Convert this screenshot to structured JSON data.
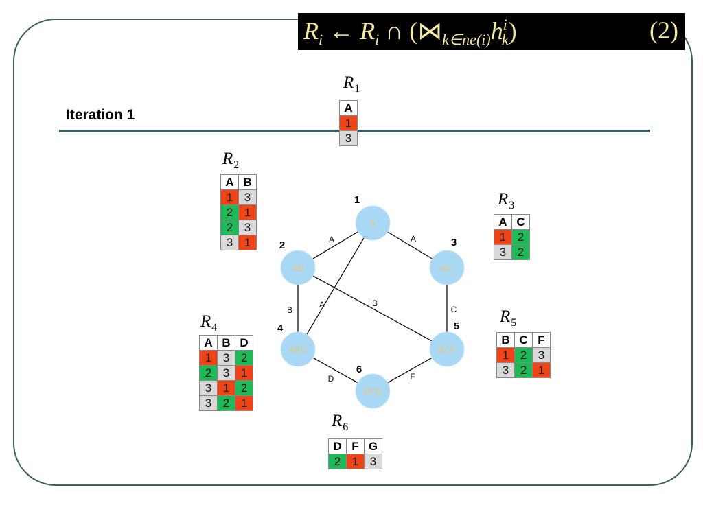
{
  "formula": {
    "left": {
      "r1": "R",
      "s1": "i",
      "arrow": " ← ",
      "r2": "R",
      "s2": "i",
      "rest": " ∩ (⋈",
      "ssub": "k∈ne(i)",
      "h": "h",
      "hsup": "i",
      "hsub": "k",
      "close": ")"
    },
    "number": "(2)"
  },
  "iteration_title": "Iteration 1",
  "relations": [
    {
      "id": "R1",
      "name": "R",
      "sub": "1",
      "headers": [
        "A"
      ],
      "rows": [
        [
          {
            "v": "1",
            "c": "red"
          }
        ],
        [
          {
            "v": "3",
            "c": "gray"
          }
        ]
      ]
    },
    {
      "id": "R2",
      "name": "R",
      "sub": "2",
      "headers": [
        "A",
        "B"
      ],
      "rows": [
        [
          {
            "v": "1",
            "c": "red"
          },
          {
            "v": "3",
            "c": "gray"
          }
        ],
        [
          {
            "v": "2",
            "c": "green"
          },
          {
            "v": "1",
            "c": "red"
          }
        ],
        [
          {
            "v": "2",
            "c": "green"
          },
          {
            "v": "3",
            "c": "gray"
          }
        ],
        [
          {
            "v": "3",
            "c": "gray"
          },
          {
            "v": "1",
            "c": "red"
          }
        ]
      ]
    },
    {
      "id": "R3",
      "name": "R",
      "sub": "3",
      "headers": [
        "A",
        "C"
      ],
      "rows": [
        [
          {
            "v": "1",
            "c": "red"
          },
          {
            "v": "2",
            "c": "green"
          }
        ],
        [
          {
            "v": "3",
            "c": "gray"
          },
          {
            "v": "2",
            "c": "green"
          }
        ]
      ]
    },
    {
      "id": "R4",
      "name": "R",
      "sub": "4",
      "headers": [
        "A",
        "B",
        "D"
      ],
      "rows": [
        [
          {
            "v": "1",
            "c": "red"
          },
          {
            "v": "3",
            "c": "gray"
          },
          {
            "v": "2",
            "c": "green"
          }
        ],
        [
          {
            "v": "2",
            "c": "green"
          },
          {
            "v": "3",
            "c": "gray"
          },
          {
            "v": "1",
            "c": "red"
          }
        ],
        [
          {
            "v": "3",
            "c": "gray"
          },
          {
            "v": "1",
            "c": "red"
          },
          {
            "v": "2",
            "c": "green"
          }
        ],
        [
          {
            "v": "3",
            "c": "gray"
          },
          {
            "v": "2",
            "c": "green"
          },
          {
            "v": "1",
            "c": "red"
          }
        ]
      ]
    },
    {
      "id": "R5",
      "name": "R",
      "sub": "5",
      "headers": [
        "B",
        "C",
        "F"
      ],
      "rows": [
        [
          {
            "v": "1",
            "c": "red"
          },
          {
            "v": "2",
            "c": "green"
          },
          {
            "v": "3",
            "c": "gray"
          }
        ],
        [
          {
            "v": "3",
            "c": "gray"
          },
          {
            "v": "2",
            "c": "green"
          },
          {
            "v": "1",
            "c": "red"
          }
        ]
      ]
    },
    {
      "id": "R6",
      "name": "R",
      "sub": "6",
      "headers": [
        "D",
        "F",
        "G"
      ],
      "rows": [
        [
          {
            "v": "2",
            "c": "green"
          },
          {
            "v": "1",
            "c": "red"
          },
          {
            "v": "3",
            "c": "gray"
          }
        ]
      ]
    }
  ],
  "graph": {
    "nodes": [
      {
        "id": "1",
        "label": "A",
        "number": "1"
      },
      {
        "id": "2",
        "label": "AB",
        "number": "2"
      },
      {
        "id": "3",
        "label": "AC",
        "number": "3"
      },
      {
        "id": "4",
        "label": "ABD",
        "number": "4"
      },
      {
        "id": "5",
        "label": "BCF",
        "number": "5"
      },
      {
        "id": "6",
        "label": "DFG",
        "number": "6"
      }
    ],
    "edges": [
      {
        "from": "1",
        "to": "2",
        "label": "A"
      },
      {
        "from": "1",
        "to": "3",
        "label": "A"
      },
      {
        "from": "1",
        "to": "4",
        "label": "A"
      },
      {
        "from": "2",
        "to": "4",
        "label": "B"
      },
      {
        "from": "2",
        "to": "5",
        "label": "B"
      },
      {
        "from": "3",
        "to": "5",
        "label": "C"
      },
      {
        "from": "4",
        "to": "6",
        "label": "D"
      },
      {
        "from": "5",
        "to": "6",
        "label": "F"
      }
    ]
  },
  "colors": {
    "red": "#ee4418",
    "green": "#1eba58",
    "gray": "#d9d9d9",
    "node_fill": "#a9d8f5",
    "node_text": "#e6c882",
    "frame": "#3d5f66"
  }
}
